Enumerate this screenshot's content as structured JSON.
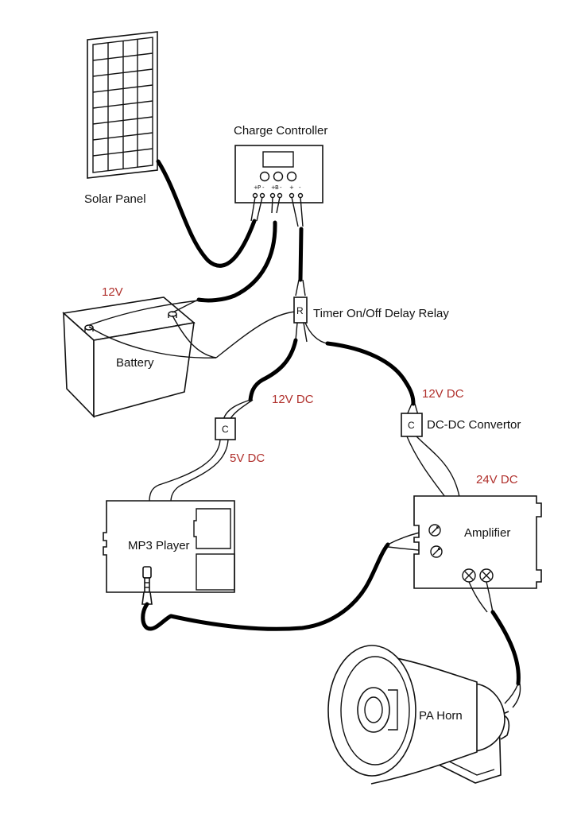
{
  "colors": {
    "line": "#111111",
    "voltage_label": "#b0302c"
  },
  "components": {
    "solar_panel": "Solar Panel",
    "charge_controller": "Charge Controller",
    "battery": "Battery",
    "battery_voltage": "12V",
    "relay": "Timer On/Off Delay Relay",
    "relay_letter": "R",
    "converter_left_letter": "C",
    "converter_right_letter": "C",
    "dc_dc_converter": "DC-DC Convertor",
    "mp3_player": "MP3 Player",
    "amplifier": "Amplifier",
    "pa_horn": "PA Horn"
  },
  "voltages": {
    "left_in": "12V DC",
    "left_out": "5V DC",
    "right_in": "12V DC",
    "right_out": "24V DC"
  },
  "controller_terminals": [
    "+",
    "P",
    "-",
    "+",
    "B",
    "-",
    "+",
    "-"
  ]
}
